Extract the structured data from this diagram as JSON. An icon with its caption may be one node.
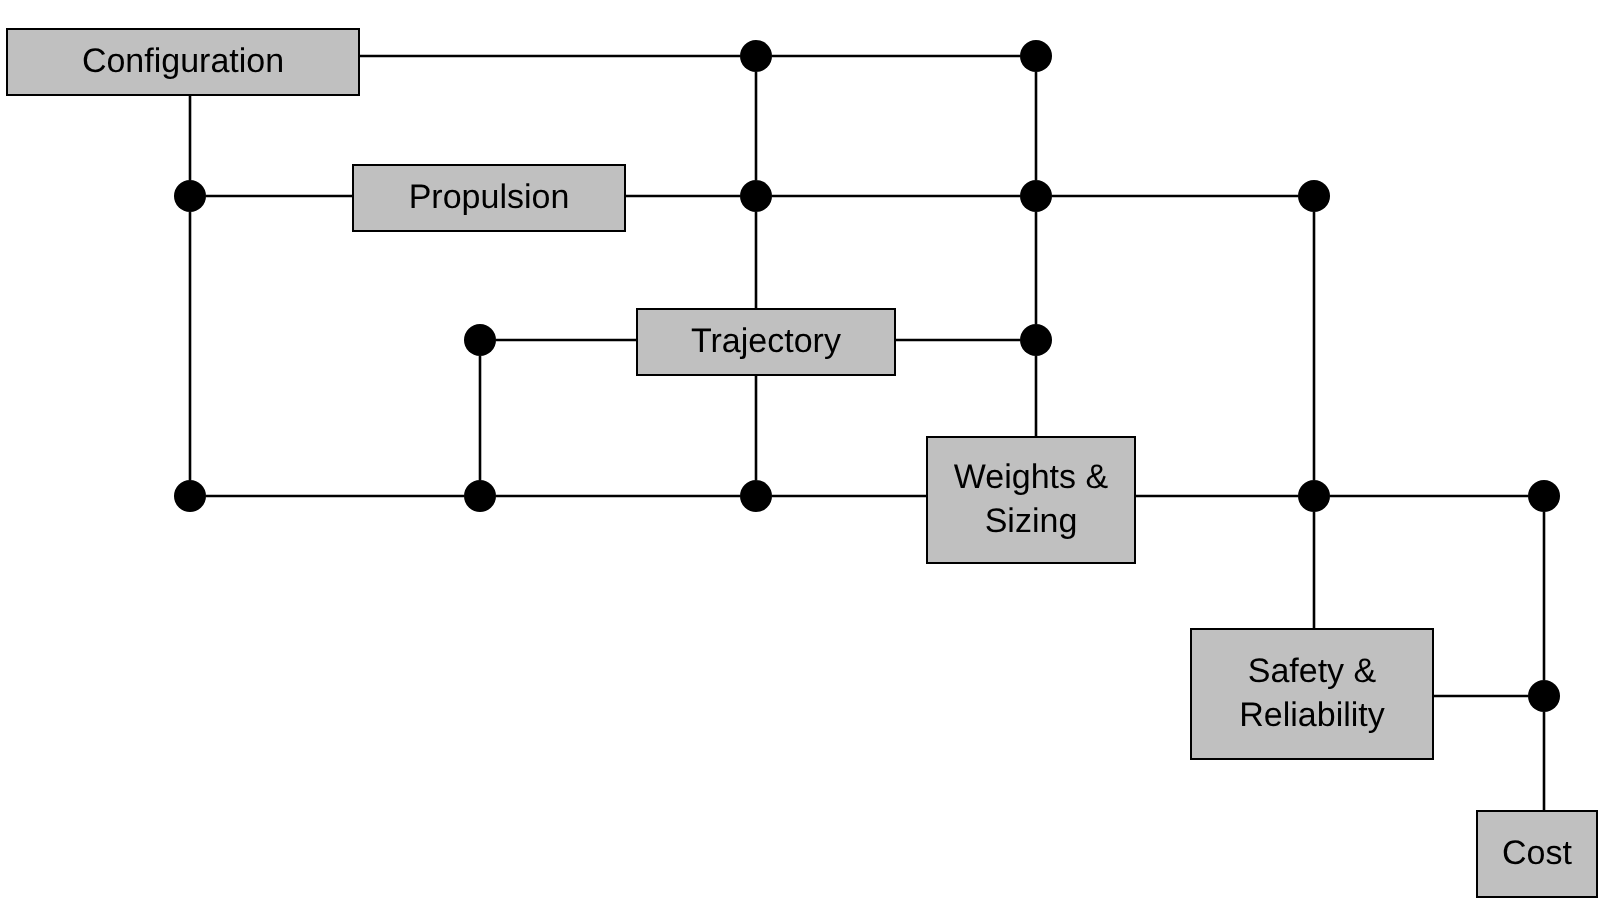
{
  "diagram": {
    "nodes": [
      {
        "text": [
          "Configuration"
        ]
      },
      {
        "text": [
          "Propulsion"
        ]
      },
      {
        "text": [
          "Trajectory"
        ]
      },
      {
        "text": [
          "Weights & Sizing"
        ]
      },
      {
        "text": [
          "Safety & Reliability"
        ]
      },
      {
        "text": [
          "Cost"
        ]
      },
      {
        "text": [],
        "shape": "circle"
      },
      {
        "text": [],
        "shape": "circle"
      },
      {
        "text": [],
        "shape": "circle"
      },
      {
        "text": [],
        "shape": "circle"
      },
      {
        "text": [],
        "shape": "circle"
      },
      {
        "text": [],
        "shape": "circle"
      },
      {
        "text": [],
        "shape": "circle"
      },
      {
        "text": [],
        "shape": "circle"
      },
      {
        "text": [],
        "shape": "circle"
      },
      {
        "text": [],
        "shape": "circle"
      },
      {
        "text": [],
        "shape": "circle"
      },
      {
        "text": [],
        "shape": "circle"
      },
      {
        "text": [],
        "shape": "circle"
      },
      {
        "text": [],
        "shape": "circle"
      }
    ],
    "edges": [
      {
        "from": 0,
        "to": 6,
        "arrow": "none"
      },
      {
        "from": 6,
        "to": 7,
        "arrow": "none"
      },
      {
        "from": 0,
        "to": 8,
        "arrow": "none"
      },
      {
        "from": 8,
        "to": 14,
        "arrow": "none"
      },
      {
        "from": 8,
        "to": 1,
        "arrow": "none"
      },
      {
        "from": 1,
        "to": 9,
        "arrow": "none"
      },
      {
        "from": 9,
        "to": 10,
        "arrow": "none"
      },
      {
        "from": 10,
        "to": 11,
        "arrow": "none"
      },
      {
        "from": 6,
        "to": 9,
        "arrow": "none"
      },
      {
        "from": 9,
        "to": 2,
        "arrow": "none"
      },
      {
        "from": 2,
        "to": 16,
        "arrow": "none"
      },
      {
        "from": 7,
        "to": 10,
        "arrow": "none"
      },
      {
        "from": 10,
        "to": 13,
        "arrow": "none"
      },
      {
        "from": 13,
        "to": 3,
        "arrow": "none"
      },
      {
        "from": 12,
        "to": 2,
        "arrow": "none"
      },
      {
        "from": 2,
        "to": 13,
        "arrow": "none"
      },
      {
        "from": 12,
        "to": 15,
        "arrow": "none"
      },
      {
        "from": 14,
        "to": 15,
        "arrow": "none"
      },
      {
        "from": 15,
        "to": 16,
        "arrow": "none"
      },
      {
        "from": 16,
        "to": 3,
        "arrow": "none"
      },
      {
        "from": 3,
        "to": 17,
        "arrow": "none"
      },
      {
        "from": 17,
        "to": 18,
        "arrow": "none"
      },
      {
        "from": 11,
        "to": 17,
        "arrow": "none"
      },
      {
        "from": 17,
        "to": 4,
        "arrow": "none"
      },
      {
        "from": 4,
        "to": 19,
        "arrow": "none"
      },
      {
        "from": 18,
        "to": 19,
        "arrow": "none"
      },
      {
        "from": 19,
        "to": 5,
        "arrow": "none"
      }
    ]
  }
}
